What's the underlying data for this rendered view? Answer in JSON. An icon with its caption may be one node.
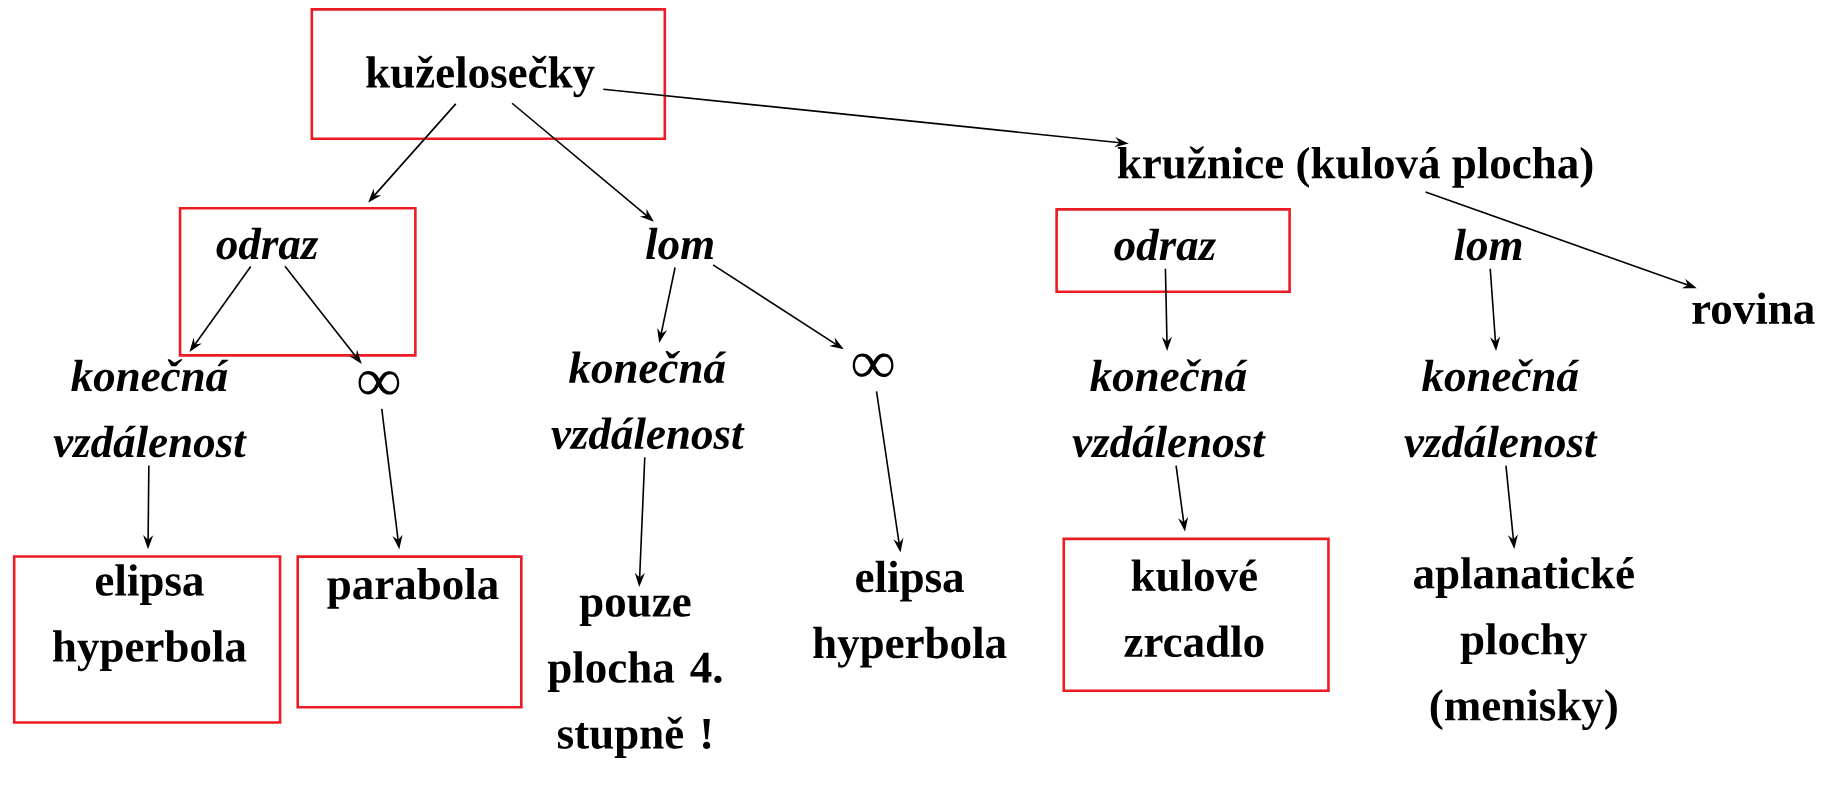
{
  "diagram": {
    "nodes": [
      {
        "text": [
          "kuželosečky"
        ]
      },
      {
        "text": [
          "odraz"
        ]
      },
      {
        "text": [
          "lom"
        ]
      },
      {
        "text": [
          "konečná vzdálenost"
        ]
      },
      {
        "text": [
          "∞"
        ]
      },
      {
        "text": [
          "konečná vzdálenost"
        ]
      },
      {
        "text": [
          "∞"
        ]
      },
      {
        "text": [
          "elipsa hyperbola"
        ]
      },
      {
        "text": [
          "parabola"
        ]
      },
      {
        "text": [
          "pouze plocha 4. stupně !"
        ]
      },
      {
        "text": [
          "elipsa hyperbola"
        ]
      },
      {
        "text": [
          "kružnice (kulová plocha)"
        ]
      },
      {
        "text": [
          "odraz"
        ]
      },
      {
        "text": [
          "lom"
        ]
      },
      {
        "text": [
          "rovina"
        ]
      },
      {
        "text": [
          "konečná vzdálenost"
        ]
      },
      {
        "text": [
          "konečná vzdálenost"
        ]
      },
      {
        "text": [
          "kulové zrcadlo"
        ]
      },
      {
        "text": [
          "aplanatické plochy (menisky)"
        ]
      }
    ],
    "edges": [
      {
        "from": 0,
        "to": 1,
        "arrow": "to"
      },
      {
        "from": 0,
        "to": 2,
        "arrow": "to"
      },
      {
        "from": 0,
        "to": 11,
        "arrow": "to"
      },
      {
        "from": 1,
        "to": 3,
        "arrow": "to"
      },
      {
        "from": 1,
        "to": 4,
        "arrow": "to"
      },
      {
        "from": 2,
        "to": 5,
        "arrow": "to"
      },
      {
        "from": 2,
        "to": 6,
        "arrow": "to"
      },
      {
        "from": 3,
        "to": 7,
        "arrow": "to"
      },
      {
        "from": 4,
        "to": 8,
        "arrow": "to"
      },
      {
        "from": 5,
        "to": 9,
        "arrow": "to"
      },
      {
        "from": 6,
        "to": 10,
        "arrow": "to"
      },
      {
        "from": 11,
        "to": 14,
        "arrow": "to"
      },
      {
        "from": 12,
        "to": 15,
        "arrow": "to"
      },
      {
        "from": 13,
        "to": 16,
        "arrow": "to"
      },
      {
        "from": 15,
        "to": 17,
        "arrow": "to"
      },
      {
        "from": 16,
        "to": 18,
        "arrow": "to"
      }
    ]
  }
}
